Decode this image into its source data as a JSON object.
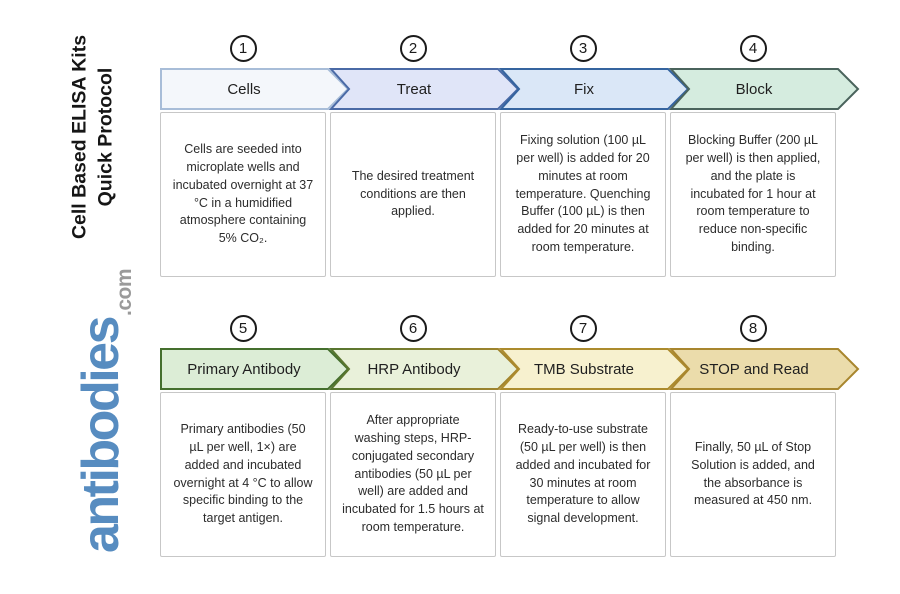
{
  "page": {
    "background": "#ffffff"
  },
  "sidebar": {
    "title_line1": "Cell Based ELISA Kits",
    "title_line2": "Quick Protocol",
    "logo": {
      "brand": "antibodies",
      "tld": ".com",
      "brand_color": "#578cc0",
      "tld_color": "#9a9a9a"
    }
  },
  "steps": [
    {
      "number": "1",
      "label": "Cells",
      "description": "Cells are seeded into microplate wells and incubated overnight at 37 °C in a humidified atmosphere containing 5% CO₂.",
      "fill": "#f4f7fb",
      "stroke": "#a8bdd8"
    },
    {
      "number": "2",
      "label": "Treat",
      "description": "The desired treatment conditions are then applied.",
      "fill": "#e0e5f8",
      "stroke": "#4a6aa6"
    },
    {
      "number": "3",
      "label": "Fix",
      "description": "Fixing solution (100 µL per well) is added for 20 minutes at room temperature. Quenching Buffer (100 µL) is then added for 20 minutes at room temperature.",
      "fill": "#dae7f7",
      "stroke": "#35649f"
    },
    {
      "number": "4",
      "label": "Block",
      "description": "Blocking Buffer (200 µL per well) is then applied, and the plate is incubated for 1 hour at room temperature to reduce non-specific binding.",
      "fill": "#d5ecdf",
      "stroke": "#4a635c"
    },
    {
      "number": "5",
      "label": "Primary Antibody",
      "description": "Primary antibodies (50 µL per well, 1×) are added and incubated overnight at 4 °C to allow specific binding to the target antigen.",
      "fill": "#dcedd6",
      "stroke": "#456f2e"
    },
    {
      "number": "6",
      "label": "HRP Antibody",
      "description": "After appropriate washing steps, HRP-conjugated secondary antibodies (50 µL per well) are added and incubated for 1.5 hours at room temperature.",
      "fill": "#e9f1da",
      "stroke": "#55752f",
      "stroke2": "#a8862e"
    },
    {
      "number": "7",
      "label": "TMB Substrate",
      "description": "Ready-to-use substrate (50 µL per well) is then added and incubated for 30 minutes at room temperature to allow signal development.",
      "fill": "#f7f1cf",
      "stroke": "#ac8b2d"
    },
    {
      "number": "8",
      "label": "STOP and Read",
      "description": "Finally, 50 µL of Stop Solution is added, and the absorbance is measured at 450 nm.",
      "fill": "#ebdcab",
      "stroke": "#a8862e"
    }
  ]
}
